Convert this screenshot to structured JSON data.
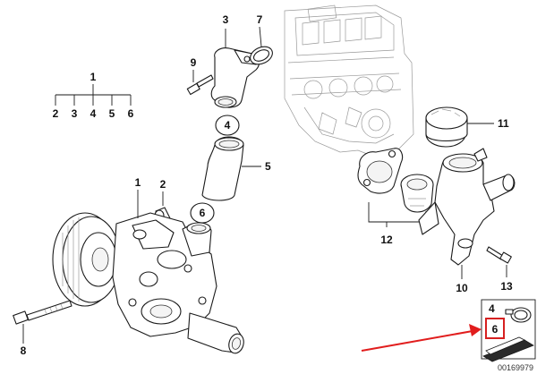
{
  "diagram": {
    "reference_number": "00169979",
    "colors": {
      "line": "#1a1a1a",
      "highlight_box": "#d62020",
      "arrow": "#e11d1d",
      "ghost_engine": "#9a9a9a"
    },
    "callouts": {
      "group_top": "1",
      "group_sub": [
        "2",
        "3",
        "4",
        "5",
        "6"
      ],
      "c1": "1",
      "c2": "2",
      "c3": "3",
      "c4": "4",
      "c5": "5",
      "c6": "6",
      "c7": "7",
      "c8": "8",
      "c9": "9",
      "c10": "10",
      "c11": "11",
      "c12": "12",
      "c13": "13",
      "legend_top": "4",
      "legend_selected": "6"
    }
  }
}
